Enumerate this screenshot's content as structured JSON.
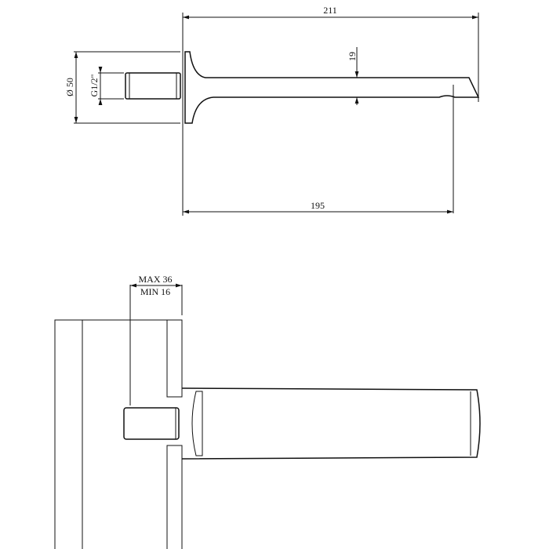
{
  "top_view": {
    "overall_length": "211",
    "projection": "195",
    "flange_diameter": "Ø 50",
    "thread": "G1/2\"",
    "spout_height": "19"
  },
  "side_view": {
    "wall_max": "MAX 36",
    "wall_min": "MIN 16"
  },
  "colors": {
    "line": "#111111",
    "background": "#ffffff"
  }
}
